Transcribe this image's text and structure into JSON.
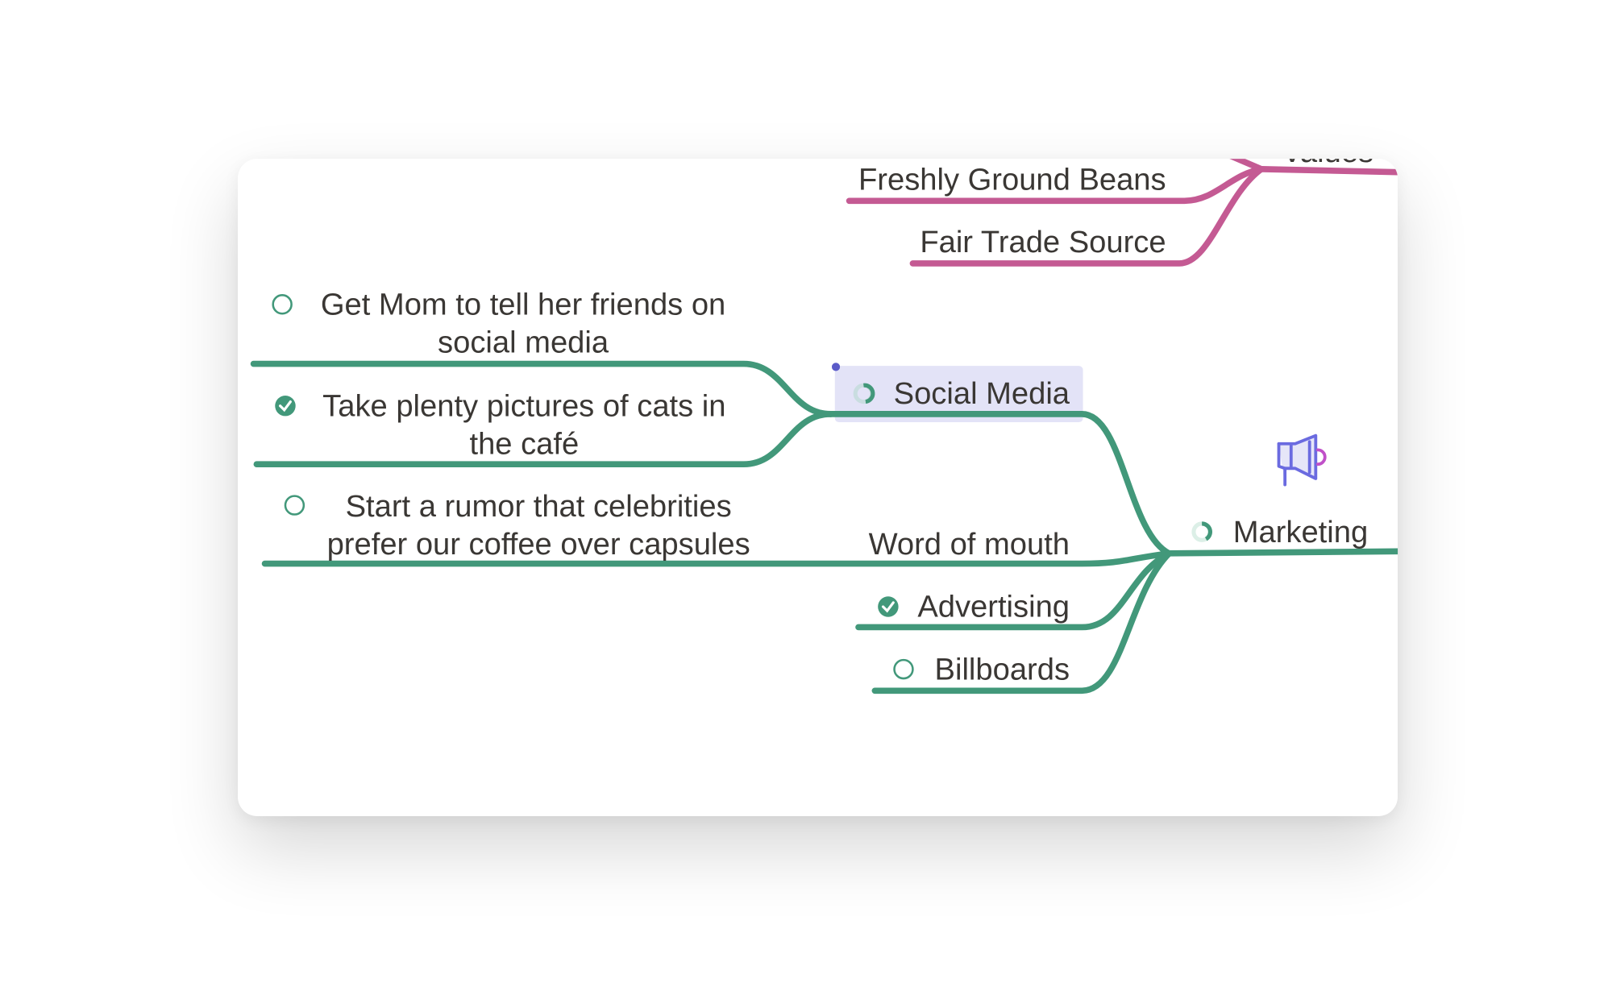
{
  "colors": {
    "values_branch": "#c45a93",
    "marketing_branch": "#42987a",
    "selection": "#e3e3f7",
    "selection_handle": "#5b5bc8",
    "icon_accent": "#6b6be0"
  },
  "values": {
    "title": "Values",
    "children": [
      {
        "label": "Freshly Ground Beans"
      },
      {
        "label": "Fair Trade Source"
      }
    ]
  },
  "marketing": {
    "title": "Marketing",
    "icon": "megaphone-icon",
    "status": "in-progress",
    "children": [
      {
        "label": "Social Media",
        "status": "in-progress",
        "selected": true,
        "children": [
          {
            "line1": "Get Mom to tell her friends on",
            "line2": "social media",
            "status": "open"
          },
          {
            "line1": "Take plenty pictures of cats in",
            "line2": "the café",
            "status": "done"
          }
        ]
      },
      {
        "label": "Word of mouth",
        "children": [
          {
            "line1": "Start a rumor that celebrities",
            "line2": "prefer our coffee over capsules",
            "status": "open"
          }
        ]
      },
      {
        "label": "Advertising",
        "status": "done"
      },
      {
        "label": "Billboards",
        "status": "open"
      }
    ]
  }
}
